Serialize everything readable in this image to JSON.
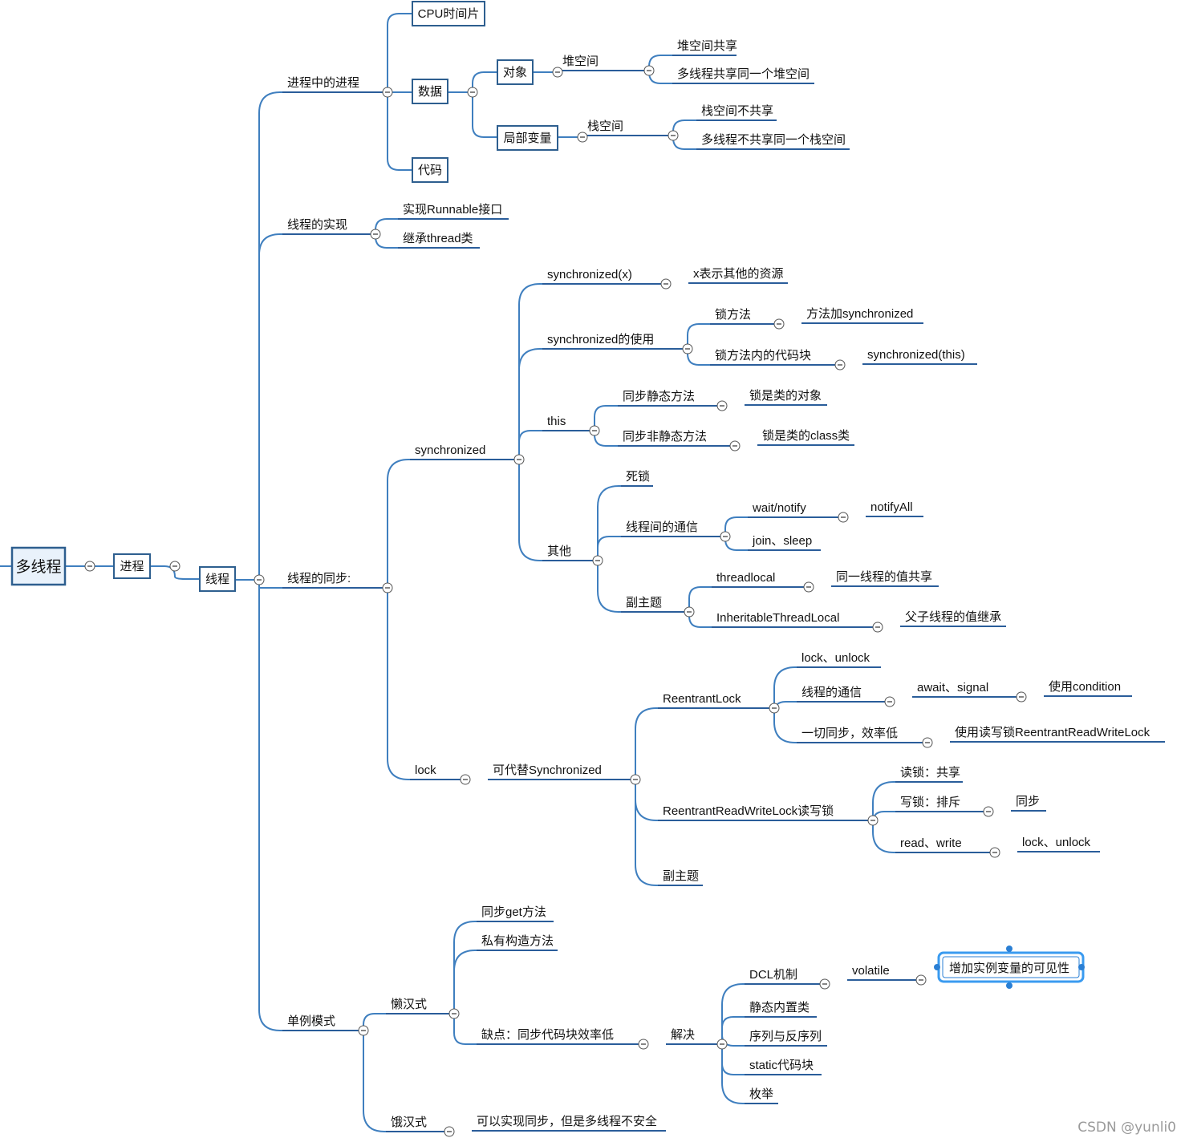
{
  "root": "多线程",
  "l1": "进程",
  "l2": "线程",
  "s1": {
    "title": "进程中的进程",
    "cpu": "CPU时间片",
    "data": "数据",
    "code": "代码",
    "obj": "对象",
    "heap": "堆空间",
    "heap_shared": "堆空间共享",
    "heap_multi": "多线程共享同一个堆空间",
    "local": "局部变量",
    "stack": "栈空间",
    "stack_noshare": "栈空间不共享",
    "stack_multi": "多线程不共享同一个栈空间"
  },
  "s2": {
    "title": "线程的实现",
    "runnable": "实现Runnable接口",
    "thread": "继承thread类"
  },
  "s3": {
    "title": "线程的同步:",
    "sync": "synchronized",
    "sync_x": "synchronized(x)",
    "x_desc": "x表示其他的资源",
    "sync_use": "synchronized的使用",
    "lock_method": "锁方法",
    "method_sync": "方法加synchronized",
    "lock_block": "锁方法内的代码块",
    "sync_this": "synchronized(this)",
    "this": "this",
    "static_m": "同步静态方法",
    "class_obj": "锁是类的对象",
    "nonstatic_m": "同步非静态方法",
    "class_class": "锁是类的class类",
    "other": "其他",
    "deadlock": "死锁",
    "comm": "线程间的通信",
    "wait": "wait/notify",
    "notifyall": "notifyAll",
    "join": "join、sleep",
    "subtopic": "副主题",
    "threadlocal": "threadlocal",
    "tl_desc": "同一线程的值共享",
    "itl": "InheritableThreadLocal",
    "itl_desc": "父子线程的值继承",
    "lock": "lock",
    "replace": "可代替Synchronized",
    "reentrant": "ReentrantLock",
    "lock_unlock": "lock、unlock",
    "rl_comm": "线程的通信",
    "await": "await、signal",
    "condition": "使用condition",
    "all_sync": "一切同步，效率低",
    "use_rw": "使用读写锁ReentrantReadWriteLock",
    "rrwl": "ReentrantReadWriteLock读写锁",
    "read_lock": "读锁：共享",
    "write_lock": "写锁：排斥",
    "sync_word": "同步",
    "read_write": "read、write",
    "lock_unlock2": "lock、unlock",
    "subtopic2": "副主题"
  },
  "s4": {
    "title": "单例模式",
    "lazy": "懒汉式",
    "sync_get": "同步get方法",
    "private_ctor": "私有构造方法",
    "drawback": "缺点：同步代码块效率低",
    "solve": "解决",
    "dcl": "DCL机制",
    "volatile": "volatile",
    "visibility": "增加实例变量的可见性",
    "static_inner": "静态内置类",
    "serial": "序列与反序列",
    "static_block": "static代码块",
    "enum": "枚举",
    "hungry": "饿汉式",
    "hungry_desc": "可以实现同步，但是多线程不安全"
  },
  "watermark": "CSDN @yunli0",
  "colors": {
    "line": "#3f7fbf",
    "underline": "#2a5d9a",
    "box_border": "#2e5f8f",
    "root_fill": "#e9f2fb"
  }
}
